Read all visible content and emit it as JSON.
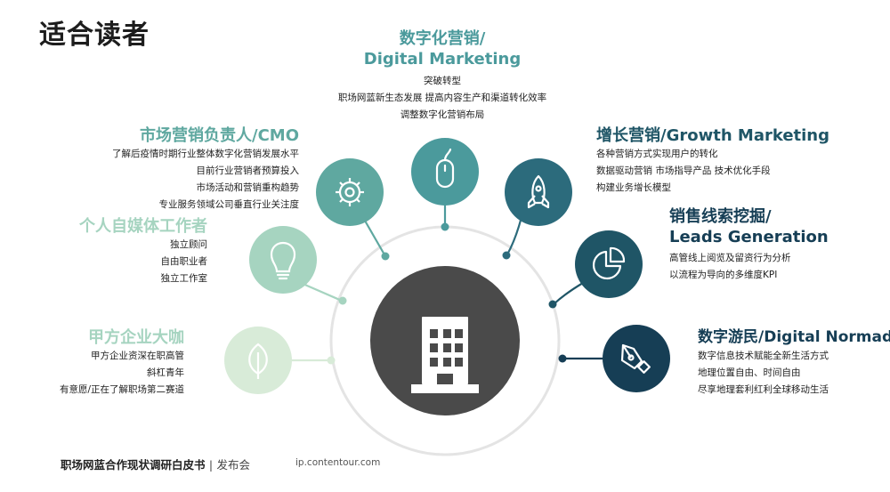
{
  "page_title": "适合读者",
  "colors": {
    "ring": "#e2e2e2",
    "center": "#4a4a4a",
    "tone_1": "#d8ebd8",
    "tone_2": "#a6d4c0",
    "tone_3": "#5fa8a0",
    "tone_4": "#4b9a9c",
    "tone_5": "#2c6b7c",
    "tone_6": "#1f5566",
    "tone_7": "#163e55"
  },
  "center_icon": "building-icon",
  "personas": [
    {
      "id": "enterprise-exec",
      "icon": "leaf-icon",
      "color": "#d8ebd8",
      "title_color": "#a6d4c0",
      "title": "甲方企业大咖",
      "lines": [
        "甲方企业资深在职高管",
        "斜杠青年",
        "有意愿/正在了解职场第二赛道"
      ]
    },
    {
      "id": "self-media",
      "icon": "lightbulb-icon",
      "color": "#a6d4c0",
      "title_color": "#a6d4c0",
      "title": "个人自媒体工作者",
      "lines": [
        "独立顾问",
        "自由职业者",
        "独立工作室"
      ]
    },
    {
      "id": "cmo",
      "icon": "gear-icon",
      "color": "#5fa8a0",
      "title_color": "#5fa8a0",
      "title": "市场营销负责人/CMO",
      "lines": [
        "了解后疫情时期行业整体数字化营销发展水平",
        "目前行业营销者预算投入",
        "市场活动和营销重构趋势",
        "专业服务领域公司垂直行业关注度"
      ]
    },
    {
      "id": "digital-marketing",
      "icon": "mouse-icon",
      "color": "#4b9a9c",
      "title_color": "#4b9a9c",
      "title_line1": "数字化营销/",
      "title_line2": "Digital Marketing",
      "lines": [
        "突破转型",
        "职场网蓝新生态发展 提高内容生产和渠道转化效率",
        "调整数字化营销布局"
      ]
    },
    {
      "id": "growth-marketing",
      "icon": "rocket-icon",
      "color": "#2c6b7c",
      "title_color": "#1f5566",
      "title": "增长营销/Growth Marketing",
      "lines": [
        "各种营销方式实现用户的转化",
        "数据驱动营销 市场指导产品 技术优化手段",
        "构建业务增长模型"
      ]
    },
    {
      "id": "leads-generation",
      "icon": "pie-chart-icon",
      "color": "#1f5566",
      "title_color": "#163e55",
      "title_line1": "销售线索挖掘/",
      "title_line2": "Leads Generation",
      "lines": [
        "高管线上阅览及留资行为分析",
        "以流程为导向的多维度KPI"
      ]
    },
    {
      "id": "digital-nomad",
      "icon": "pen-nib-icon",
      "color": "#163e55",
      "title_color": "#163e55",
      "title": "数字游民/Digital Normad",
      "lines": [
        "数字信息技术赋能全新生活方式",
        "地理位置自由、时间自由",
        "尽享地理套利红利全球移动生活"
      ]
    }
  ],
  "footer": {
    "report": "职场网蓝合作现状调研白皮书",
    "separator": "|",
    "event": "发布会",
    "url": "ip.contentour.com"
  }
}
